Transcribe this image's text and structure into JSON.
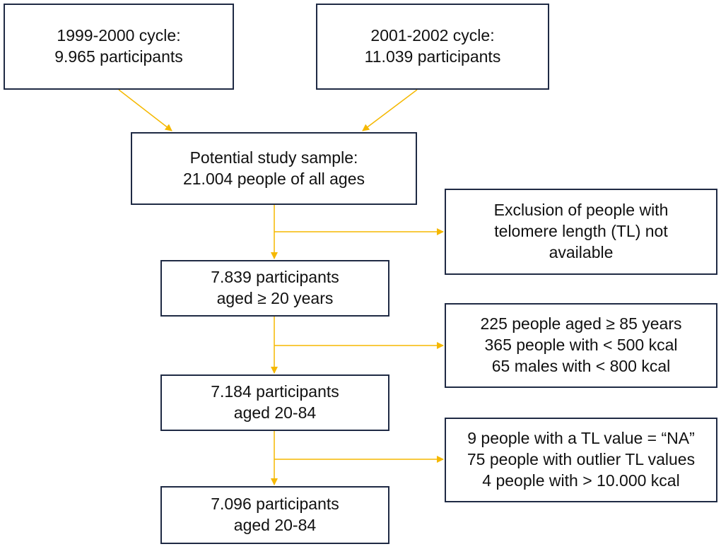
{
  "nodes": {
    "cycle_1999": {
      "lines": [
        "1999-2000 cycle:",
        "9.965 participants"
      ]
    },
    "cycle_2001": {
      "lines": [
        "2001-2002 cycle:",
        "11.039 participants"
      ]
    },
    "potential_sample": {
      "lines": [
        "Potential study sample:",
        "21.004 people of all ages"
      ]
    },
    "aged_20_plus": {
      "lines": [
        "7.839 participants",
        "aged ≥ 20 years"
      ]
    },
    "aged_20_84_a": {
      "lines": [
        "7.184 participants",
        "aged 20-84"
      ]
    },
    "aged_20_84_b": {
      "lines": [
        "7.096 participants",
        "aged 20-84"
      ]
    },
    "exclusion_tl": {
      "lines": [
        "Exclusion of people with",
        "telomere length (TL) not",
        "available"
      ]
    },
    "exclusion_age_kcal": {
      "lines": [
        "225 people aged ≥ 85 years",
        "365 people with < 500 kcal",
        "65 males with < 800 kcal"
      ]
    },
    "exclusion_outliers": {
      "lines": [
        "9 people with a TL value = “NA”",
        "75 people with outlier TL values",
        "4 people with > 10.000 kcal"
      ]
    }
  },
  "edges": [
    {
      "from": "cycle_1999",
      "to": "potential_sample"
    },
    {
      "from": "cycle_2001",
      "to": "potential_sample"
    },
    {
      "from": "potential_sample",
      "to": "aged_20_plus"
    },
    {
      "from": "potential_sample",
      "to": "exclusion_tl"
    },
    {
      "from": "aged_20_plus",
      "to": "aged_20_84_a"
    },
    {
      "from": "aged_20_plus",
      "to": "exclusion_age_kcal"
    },
    {
      "from": "aged_20_84_a",
      "to": "aged_20_84_b"
    },
    {
      "from": "aged_20_84_a",
      "to": "exclusion_outliers"
    }
  ],
  "colors": {
    "box_border": "#1f2a44",
    "arrow": "#f5b800"
  }
}
